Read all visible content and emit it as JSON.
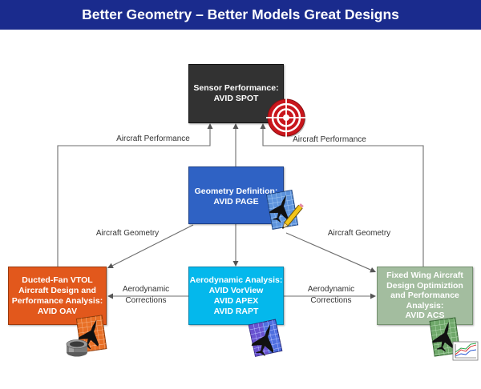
{
  "header": {
    "title": "Better Geometry – Better Models Great Designs",
    "background": "#1a2b8d"
  },
  "nodes": {
    "sensor": {
      "lines": [
        "Sensor Performance:",
        "AVID SPOT"
      ],
      "fill": "#323232",
      "icon": "target-icon"
    },
    "geometry": {
      "lines": [
        "Geometry Definition:",
        "AVID PAGE"
      ],
      "fill": "#2f62c4",
      "icon": "aircraft-grid-pencil-icon"
    },
    "ducted_fan": {
      "lines": [
        "Ducted-Fan VTOL",
        "Aircraft Design and",
        "Performance Analysis:",
        "AVID OAV"
      ],
      "fill": "#e2581c",
      "icon": "aircraft-grid-ducted-fan-icon"
    },
    "aero": {
      "lines": [
        "Aerodynamic Analysis:",
        "AVID VorView",
        "AVID APEX",
        "AVID RAPT"
      ],
      "fill": "#04b8ec",
      "icon": "aircraft-grid-icon"
    },
    "fixed_wing": {
      "lines": [
        "Fixed Wing Aircraft",
        "Design Optimiztion",
        "and Performance",
        "Analysis:",
        "AVID ACS"
      ],
      "fill": "#a3bd9f",
      "icon": "aircraft-grid-chart-icon"
    }
  },
  "edges": {
    "performance_left": {
      "label": "Aircraft Performance"
    },
    "performance_right": {
      "label": "Aircraft Performance"
    },
    "geometry_left": {
      "label": "Aircraft Geometry"
    },
    "geometry_right": {
      "label": "Aircraft Geometry"
    },
    "corrections_left": {
      "lines": [
        "Aerodynamic",
        "Corrections"
      ]
    },
    "corrections_right": {
      "lines": [
        "Aerodynamic",
        "Corrections"
      ]
    },
    "line_color": "#6e6e6e"
  }
}
